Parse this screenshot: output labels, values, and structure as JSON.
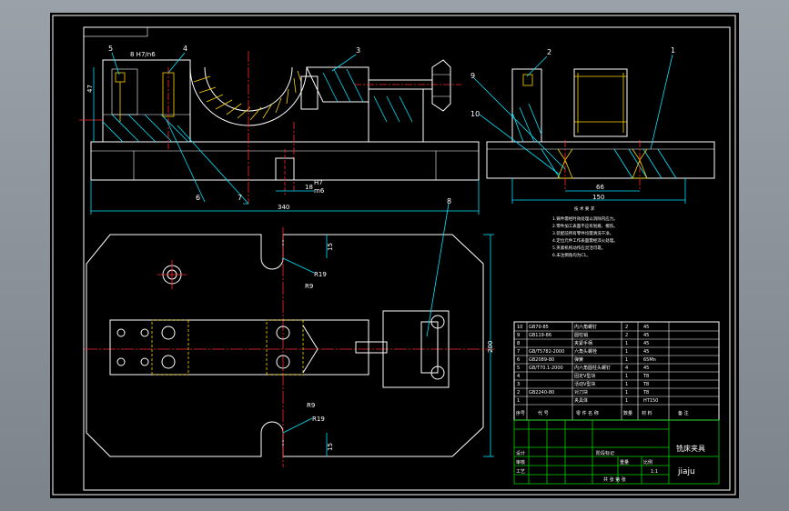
{
  "part_labels": {
    "p1": "1",
    "p2": "2",
    "p3": "3",
    "p4": "4",
    "p5": "5",
    "p6": "6",
    "p7": "7",
    "p8": "8",
    "p9": "9",
    "p10": "10"
  },
  "dimensions": {
    "d340": "340",
    "d150": "150",
    "d66": "66",
    "d200": "200",
    "d18": "18",
    "d18_fit": "H7",
    "d18_fit2": "m6",
    "dR19_top": "R19",
    "dR9_top": "R9",
    "dR9_bot": "R9",
    "dR19_bot": "R19",
    "d15_top": "15",
    "d15_bot": "15",
    "d8fit": "8 H7/n6",
    "d47": "47"
  },
  "tech_req": {
    "title": "技 术 要 求",
    "items": [
      "1.铸件需经时效处理以消除内应力。",
      "2.零件加工表面不应有划痕、擦伤。",
      "3.装配前所有零件均需清洗干净。",
      "4.定位元件工作表面需经淬火处理。",
      "5.夹紧机构动作应灵活可靠。",
      "6.未注倒角均为C1。"
    ]
  },
  "bom": {
    "rows": [
      {
        "no": "10",
        "code": "GB70-85",
        "name": "内六角螺钉",
        "qty": "2",
        "mat": "45",
        "note": ""
      },
      {
        "no": "9",
        "code": "GB119-86",
        "name": "圆柱销",
        "qty": "2",
        "mat": "45",
        "note": ""
      },
      {
        "no": "8",
        "code": "",
        "name": "夹紧手柄",
        "qty": "1",
        "mat": "45",
        "note": ""
      },
      {
        "no": "7",
        "code": "GB/T5782-2000",
        "name": "六角头螺栓",
        "qty": "1",
        "mat": "45",
        "note": ""
      },
      {
        "no": "6",
        "code": "GB2089-80",
        "name": "弹簧",
        "qty": "1",
        "mat": "65Mn",
        "note": ""
      },
      {
        "no": "5",
        "code": "GB/T70.1-2000",
        "name": "内六角圆柱头螺钉",
        "qty": "4",
        "mat": "45",
        "note": ""
      },
      {
        "no": "4",
        "code": "",
        "name": "固定V型块",
        "qty": "1",
        "mat": "T8",
        "note": ""
      },
      {
        "no": "3",
        "code": "",
        "name": "活动V型块",
        "qty": "1",
        "mat": "T8",
        "note": ""
      },
      {
        "no": "2",
        "code": "GB2240-80",
        "name": "对刀块",
        "qty": "1",
        "mat": "T8",
        "note": ""
      },
      {
        "no": "1",
        "code": "",
        "name": "夹具体",
        "qty": "1",
        "mat": "HT150",
        "note": ""
      }
    ],
    "header": {
      "no": "序号",
      "code": "代 号",
      "name": "零 件 名 称",
      "qty": "数量",
      "mat": "材 料",
      "note": "备 注"
    }
  },
  "title_block": {
    "drawing_name": "铣床夹具",
    "drawing_code": "jiaju",
    "scale_label": "比例",
    "scale_value": "1:1",
    "sheet_label": "共 张 第 张",
    "roles": [
      "设计",
      "审核",
      "工艺"
    ],
    "stage_label": "阶段标记",
    "weight_label": "重量"
  }
}
